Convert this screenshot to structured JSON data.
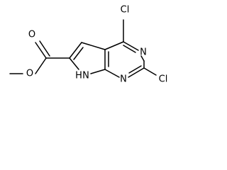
{
  "molecule": {
    "atoms": {
      "cl_top": "Cl",
      "cl_right": "Cl",
      "n_upper": "N",
      "n_lower": "N",
      "nh": "H",
      "nh_n": "N",
      "o_carbonyl": "O",
      "o_ester": "O"
    }
  }
}
